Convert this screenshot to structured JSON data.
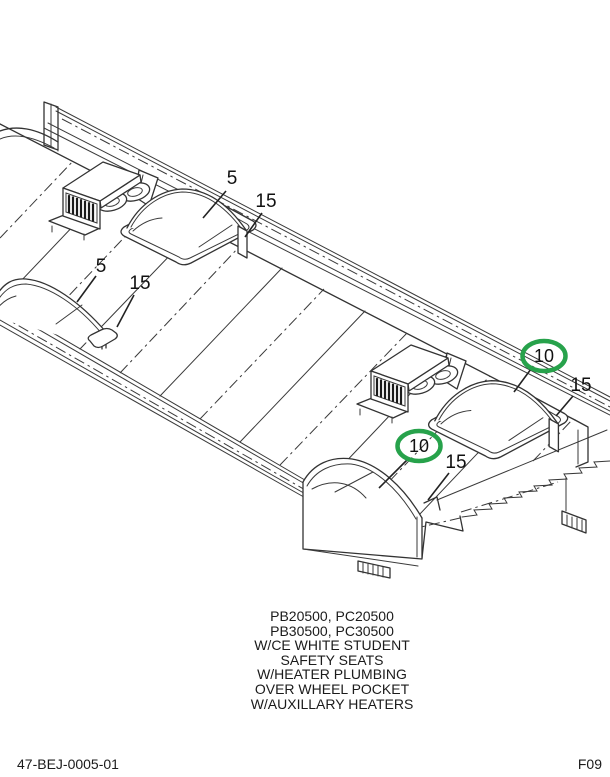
{
  "colors": {
    "background": "#ffffff",
    "line": "#333333",
    "text": "#1b1b1b",
    "highlight_green": "#27a24b"
  },
  "diagram": {
    "description": "Isometric line drawing of bus floor section with wheel pockets and auxiliary heaters",
    "callouts": [
      {
        "label": "5",
        "target": "rear-left wheel pocket",
        "highlighted": false
      },
      {
        "label": "15",
        "target": "rear-left pocket flange",
        "highlighted": false
      },
      {
        "label": "5",
        "target": "front-left wheel pocket",
        "highlighted": false
      },
      {
        "label": "15",
        "target": "front-left pocket flange",
        "highlighted": false
      },
      {
        "label": "10",
        "target": "rear-right wheel pocket",
        "highlighted": true
      },
      {
        "label": "15",
        "target": "rear-right pocket flange",
        "highlighted": false
      },
      {
        "label": "10",
        "target": "front-right wheel pocket",
        "highlighted": true
      },
      {
        "label": "15",
        "target": "front-right pocket flange",
        "highlighted": false
      }
    ]
  },
  "note": {
    "lines": [
      "PB20500, PC20500",
      "PB30500, PC30500",
      "W/CE WHITE STUDENT",
      "SAFETY SEATS",
      "W/HEATER PLUMBING",
      "OVER WHEEL POCKET",
      "W/AUXILLARY HEATERS"
    ]
  },
  "footer": {
    "drawing_number": "47-BEJ-0005-01",
    "figure_code": "F09"
  }
}
